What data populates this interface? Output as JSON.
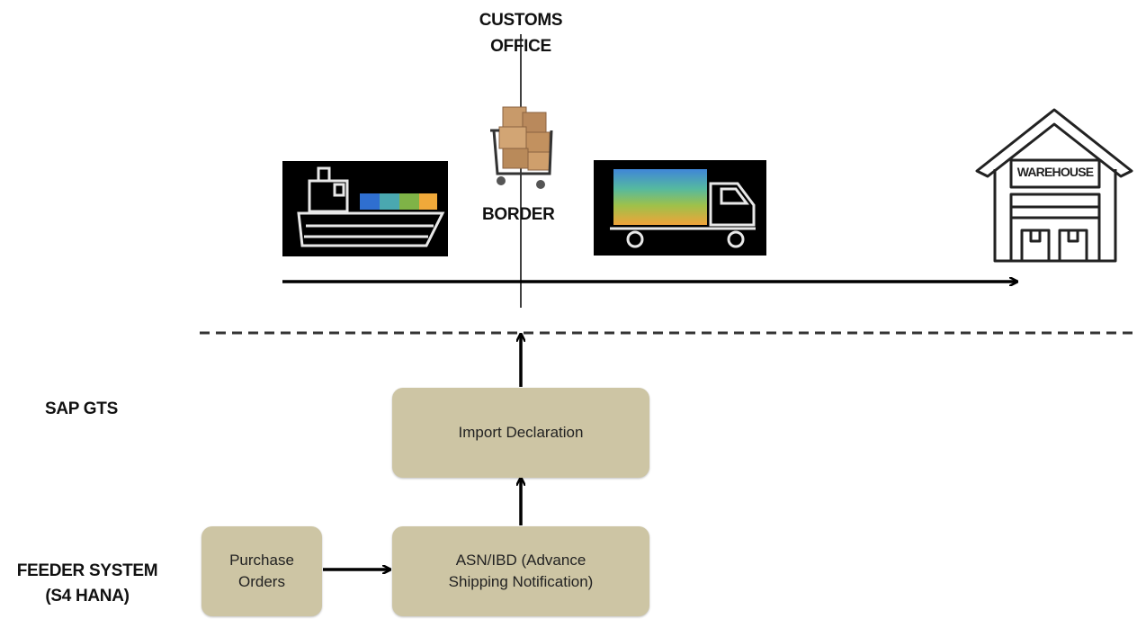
{
  "labels": {
    "customs_office": "CUSTOMS\nOFFICE",
    "border": "BORDER",
    "sap_gts": "SAP GTS",
    "feeder_system": "FEEDER SYSTEM\n(S4 HANA)",
    "warehouse_sign": "WAREHOUSE"
  },
  "boxes": {
    "import_declaration": "Import Declaration",
    "asn_ibd": "ASN/IBD (Advance\nShipping Notification)",
    "purchase_orders": "Purchase\nOrders"
  },
  "icons": [
    "ship-icon",
    "boxes-cart-icon",
    "truck-icon",
    "warehouse-icon"
  ],
  "colors": {
    "box_fill": "#cdc5a4",
    "icon_bg": "#000000",
    "arrow": "#000000"
  }
}
